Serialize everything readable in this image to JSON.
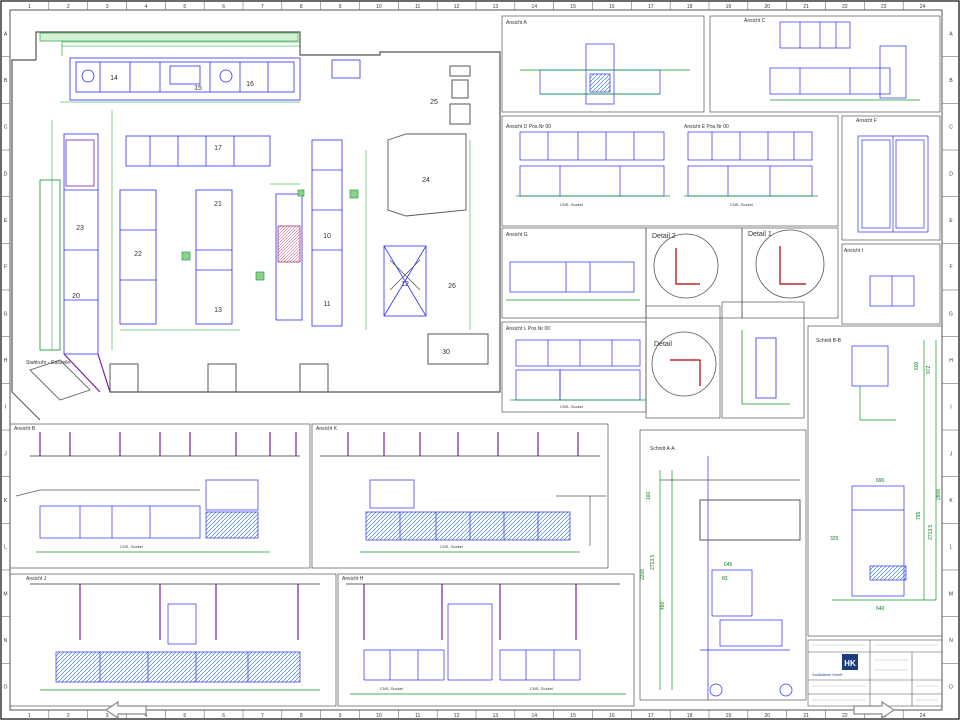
{
  "sheet": {
    "grid_columns": [
      "1",
      "2",
      "3",
      "4",
      "5",
      "6",
      "7",
      "8",
      "9",
      "10",
      "11",
      "12",
      "13",
      "14",
      "15",
      "16",
      "17",
      "18",
      "19",
      "20",
      "21",
      "22",
      "23",
      "24"
    ],
    "grid_rows": [
      "A",
      "B",
      "C",
      "D",
      "E",
      "F",
      "G",
      "H",
      "I",
      "J",
      "K",
      "L",
      "M",
      "N",
      "O"
    ]
  },
  "plan": {
    "rooms": {
      "r25": "25",
      "r24": "24",
      "r26": "26",
      "r30": "30",
      "r21": "21",
      "r22": "22",
      "r23": "23",
      "r20": "20",
      "r10": "10",
      "r11": "11",
      "r12": "12",
      "r13": "13",
      "r14": "14",
      "r15": "15",
      "r16": "16",
      "r17": "17"
    },
    "stair_label": "Stahlrohr - Gaszeile"
  },
  "views": {
    "ansicht_a": "Ansicht A",
    "ansicht_c": "Ansicht C",
    "ansicht_d": "Ansicht D Pos.Nr 00",
    "ansicht_e": "Ansicht E Pos.Nr 00",
    "ansicht_f": "Ansicht F",
    "ansicht_g": "Ansicht G",
    "ansicht_h": "Ansicht H",
    "ansicht_i": "Ansicht I",
    "ansicht_j": "Ansicht J",
    "ansicht_k": "Ansicht K",
    "ansicht_l": "Ansicht L Pos.Nr 00",
    "ansicht_b": "Ansicht B",
    "detail1": "Detail 1",
    "detail2": "Detail 2",
    "detail3": "Detail",
    "schnitt_aa": "Schnitt A-A",
    "schnitt_bb": "Schnitt B-B",
    "cns_sockel": "CNS- Sockel",
    "cns_sockel2": "CNS- Sockel",
    "cns_sockel3": "CNS- Sockel",
    "cns_sockel4": "CNS- Sockel",
    "cns_sockel5": "CNS- Sockel",
    "cns_sockel6": "CNS- Sockel",
    "cns_sockel7": "CNS- Sockel"
  },
  "dims": {
    "d1": "2713.5",
    "d2": "2713.5",
    "d3": "2806",
    "d4": "690",
    "d5": "325",
    "d6": "640",
    "d7": "795",
    "d8": "972",
    "d9": "600",
    "d10": "160",
    "d11": "490",
    "d12": "83",
    "d13": "2206",
    "d14": "645"
  },
  "titleblock": {
    "logo": "HK",
    "company": "Großküchen GmbH"
  },
  "colors": {
    "frame": "#2a2a2a",
    "grid_label": "#333333",
    "wall": "#555555",
    "equipment": "#2c2cff",
    "dimension": "#0a9a20",
    "annotation": "#b00000",
    "accent_purple": "#7a1fa0",
    "hatch": "#1f6fbf",
    "logo_bg": "#1b3d7a"
  }
}
